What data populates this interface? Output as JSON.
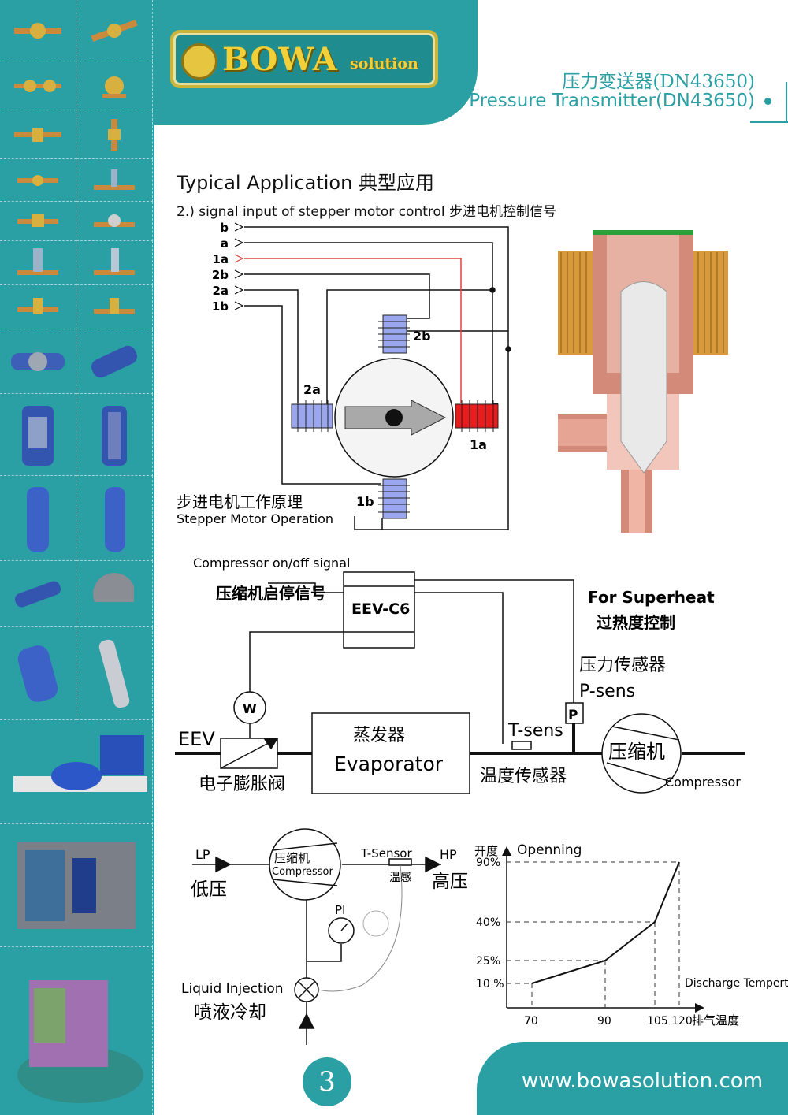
{
  "header": {
    "logo_text": "BOWA",
    "logo_sub": "solution",
    "title_cn": "压力变送器(DN43650)",
    "title_en": "Pressure Transmitter(DN43650)"
  },
  "section": {
    "title": "Typical Application 典型应用",
    "subtitle": "2.) signal input of stepper motor control 步进电机控制信号"
  },
  "stepper": {
    "inputs": [
      "b",
      "a",
      "1a",
      "2b",
      "2a",
      "1b"
    ],
    "coil_2b": "2b",
    "coil_2a": "2a",
    "coil_1a": "1a",
    "coil_1b": "1b",
    "caption_cn": "步进电机工作原理",
    "caption_en": "Stepper Motor Operation",
    "colors": {
      "coil": "#9aa6ee",
      "active_coil": "#e81c1c",
      "active_wire": "#e04040"
    }
  },
  "system": {
    "compressor_signal": "Compressor on/off signal",
    "compressor_signal_cn": "压缩机启停信号",
    "controller": "EEV-C6",
    "superheat": "For Superheat",
    "superheat_cn": "过热度控制",
    "pressure_sensor_cn": "压力传感器",
    "pressure_sensor": "P-sens",
    "p_label": "P",
    "w_label": "W",
    "t_sens": "T-sens",
    "temp_sensor_cn": "温度传感器",
    "eev": "EEV",
    "eev_cn": "电子膨胀阀",
    "evaporator_cn": "蒸发器",
    "evaporator": "Evaporator",
    "compressor_cn": "压缩机",
    "compressor": "Compressor"
  },
  "injection": {
    "lp": "LP",
    "lp_cn": "低压",
    "compressor_cn": "压缩机",
    "compressor": "Compressor",
    "t_sensor": "T-Sensor",
    "t_sensor_cn": "温感",
    "hp": "HP",
    "hp_cn": "高压",
    "pi": "PI",
    "liquid_injection": "Liquid Injection",
    "liquid_injection_cn": "喷液冷却"
  },
  "chart_data": {
    "type": "line",
    "title": "",
    "ylabel_cn": "开度",
    "ylabel": "Openning",
    "xlabel": "Discharge Temperture",
    "xlabel_cn": "排气温度",
    "x": [
      70,
      90,
      105,
      120
    ],
    "values": [
      10,
      25,
      40,
      90
    ],
    "x_ticks": [
      "70",
      "90",
      "105",
      "120"
    ],
    "y_ticks": [
      "10 %",
      "25%",
      "40%",
      "90%"
    ],
    "grid": false
  },
  "footer": {
    "page": "3",
    "url": "www.bowasolution.com"
  }
}
